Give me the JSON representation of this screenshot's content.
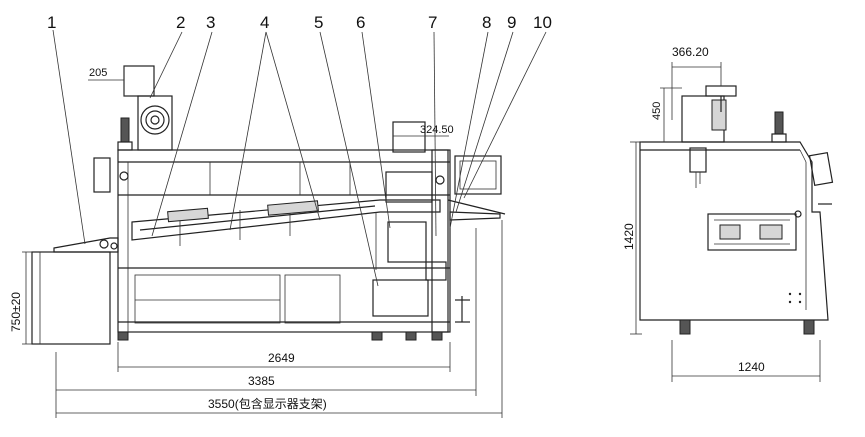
{
  "callouts": [
    "1",
    "2",
    "3",
    "4",
    "5",
    "6",
    "7",
    "8",
    "9",
    "10"
  ],
  "front_view": {
    "dim_height": "750±20",
    "dim_top_offset": "205",
    "dim_fan": "324.50",
    "dim_frame_length": "2649",
    "dim_machine_length": "3385",
    "dim_total_length": "3550(包含显示器支架)"
  },
  "side_view": {
    "dim_top_width": "366.20",
    "dim_top_height": "450",
    "dim_height": "1420",
    "dim_width": "1240"
  }
}
